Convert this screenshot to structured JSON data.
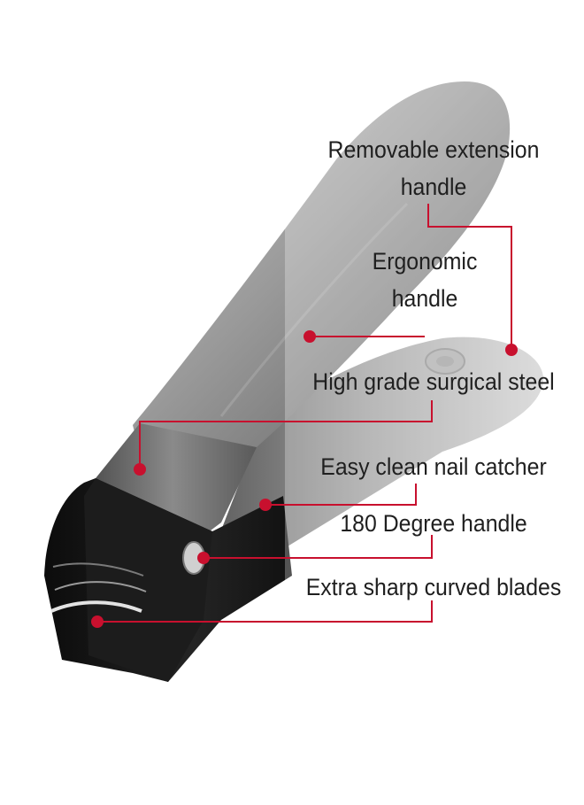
{
  "callouts": [
    {
      "id": "removable-extension",
      "lines": [
        "Removable extension",
        "handle"
      ]
    },
    {
      "id": "ergonomic",
      "lines": [
        "Ergonomic",
        "handle"
      ]
    },
    {
      "id": "surgical-steel",
      "lines": [
        "High grade surgical steel"
      ]
    },
    {
      "id": "nail-catcher",
      "lines": [
        "Easy clean nail catcher"
      ]
    },
    {
      "id": "degree-handle",
      "lines": [
        "180 Degree handle"
      ]
    },
    {
      "id": "curved-blades",
      "lines": [
        "Extra sharp curved blades"
      ]
    }
  ],
  "colors": {
    "leader": "#c8102e",
    "metal_light": "#b9b9b9",
    "metal_dark": "#5e5e5e",
    "body_black": "#151515",
    "overlay": "#ffffff"
  },
  "icons": [
    "nail-clipper-illustration",
    "leader-dot"
  ]
}
